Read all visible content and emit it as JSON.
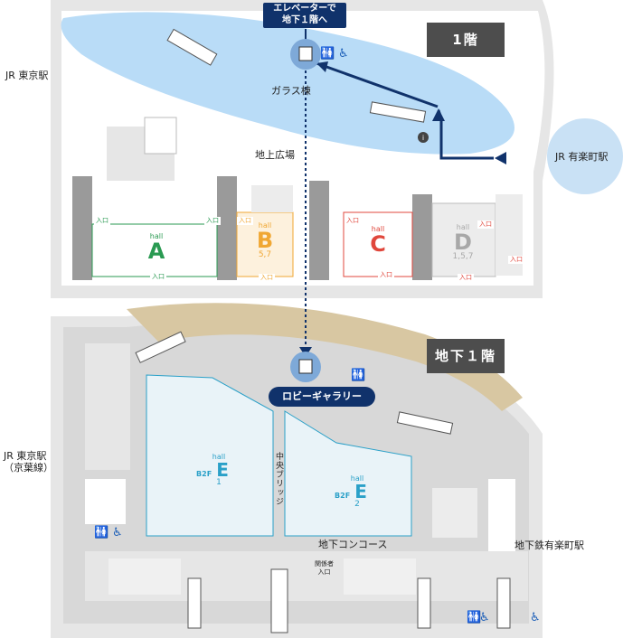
{
  "floors": {
    "ground": {
      "label": "1階"
    },
    "basement": {
      "label": "地下１階"
    }
  },
  "callouts": {
    "elevator": {
      "line1": "エレベーターで",
      "line2": "地下１階へ"
    },
    "lobby_gallery": "ロビーギャラリー"
  },
  "places": {
    "jr_tokyo_1f": "JR 東京駅",
    "jr_yurakucho": "JR 有楽町駅",
    "glass_building": "ガラス棟",
    "ground_plaza": "地上広場",
    "jr_tokyo_b1_line1": "JR 東京駅",
    "jr_tokyo_b1_line2": "（京葉線）",
    "central_bridge": "中央ブリッジ",
    "underground_concourse": "地下コンコース",
    "subway_yurakucho": "地下鉄有楽町駅",
    "ticket_entrance_line1": "関係者",
    "ticket_entrance_line2": "入口"
  },
  "halls": {
    "A": {
      "word": "hall",
      "letter": "A",
      "sub": ""
    },
    "B": {
      "word": "hall",
      "letter": "B",
      "sub": "5,7"
    },
    "C": {
      "word": "hall",
      "letter": "C",
      "sub": ""
    },
    "D": {
      "word": "hall",
      "letter": "D",
      "sub": "1,5,7"
    },
    "E1": {
      "word": "hall",
      "letter": "E",
      "floor": "B2F",
      "sub": "1"
    },
    "E2": {
      "word": "hall",
      "letter": "E",
      "floor": "B2F",
      "sub": "2"
    }
  },
  "entrance_label": "入口",
  "colors": {
    "route": "#10326b",
    "glass": "#b9dcf7",
    "jr_circle": "#c9e1f5",
    "hallA": "#2a9a52",
    "hallB": "#f0a733",
    "hallC": "#e0473c",
    "hallD": "#a8a8a8",
    "hallE": "#2aa0c8",
    "lobby": "#d8c7a2",
    "floor_tag": "#4d4d4d",
    "wall": "#9a9a9a",
    "floor_bg": "#e6e6e6"
  },
  "icons": [
    "elevator-icon",
    "escalator-icon",
    "restroom-icon",
    "accessible-restroom-icon",
    "info-icon",
    "nursing-room-icon"
  ]
}
